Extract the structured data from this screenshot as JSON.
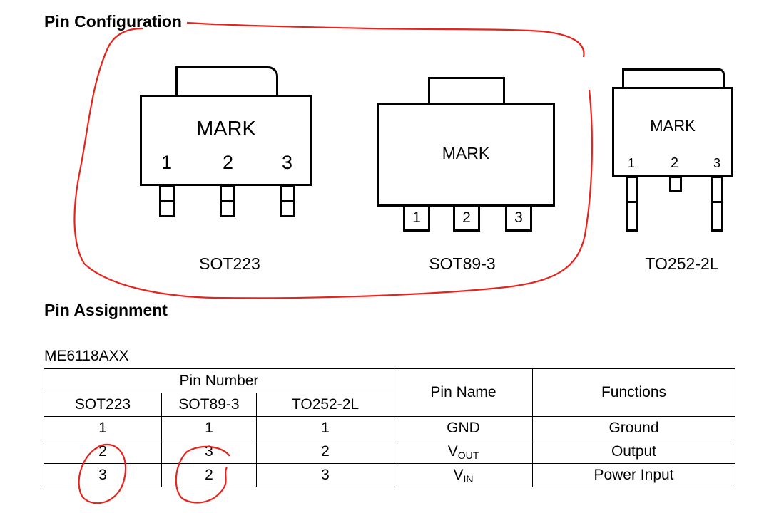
{
  "headings": {
    "pin_configuration": "Pin Configuration",
    "pin_assignment": "Pin Assignment"
  },
  "packages": {
    "sot223": {
      "label": "SOT223",
      "mark": "MARK",
      "pins": [
        "1",
        "2",
        "3"
      ]
    },
    "sot89": {
      "label": "SOT89-3",
      "mark": "MARK",
      "pins": [
        "1",
        "2",
        "3"
      ]
    },
    "to252": {
      "label": "TO252-2L",
      "mark": "MARK",
      "pins": [
        "1",
        "2",
        "3"
      ]
    }
  },
  "part_name": "ME6118AXX",
  "table": {
    "group_header": "Pin Number",
    "col_sot223": "SOT223",
    "col_sot89": "SOT89-3",
    "col_to252": "TO252-2L",
    "col_pin_name": "Pin Name",
    "col_functions": "Functions",
    "rows": [
      {
        "sot223": "1",
        "sot89": "1",
        "to252": "1",
        "name": "GND",
        "name_sub": "",
        "function": "Ground"
      },
      {
        "sot223": "2",
        "sot89": "3",
        "to252": "2",
        "name": "V",
        "name_sub": "OUT",
        "function": "Output"
      },
      {
        "sot223": "3",
        "sot89": "2",
        "to252": "3",
        "name": "V",
        "name_sub": "IN",
        "function": "Power Input"
      }
    ]
  },
  "colors": {
    "annotation": "#e8231c"
  }
}
